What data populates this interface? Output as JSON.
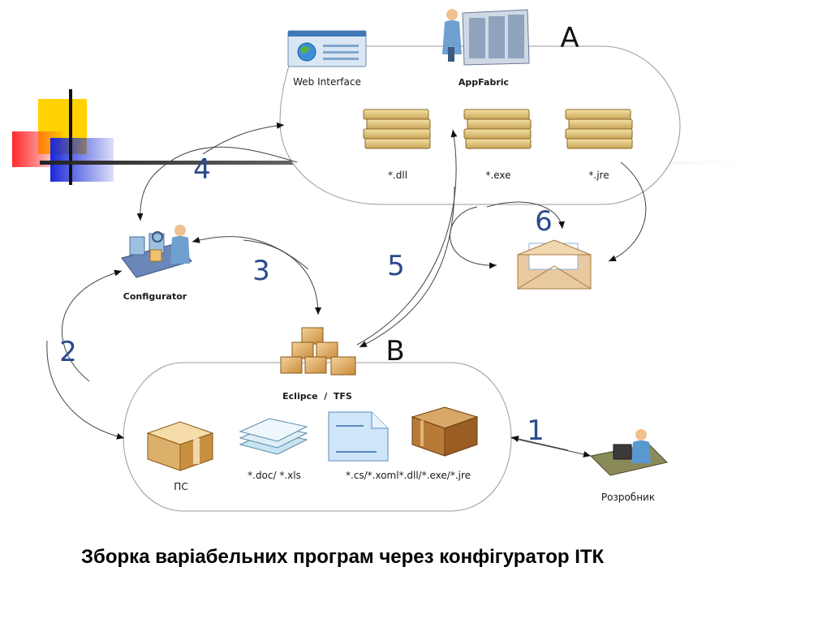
{
  "nodes": {
    "web_interface": "Web Interface",
    "appfabric": "AppFabric",
    "dll": "*.dll",
    "exe": "*.exe",
    "jre": "*.jre",
    "configurator": "Configurator",
    "eclipse_tfs": "Eclipce  /  TFS",
    "ps": "ПС",
    "doc_xls": "*.doc/ *.xls",
    "cs_files": "*.cs/*.xoml*.dll/*.exe/*.jre",
    "developer": "Розробник"
  },
  "groups": {
    "a": "A",
    "b": "B"
  },
  "steps": [
    "1",
    "2",
    "3",
    "4",
    "5",
    "6"
  ],
  "caption": "Зборка варіабельних програм через конфігуратор ІТК",
  "colors": {
    "step_numbers": "#2a4a8c",
    "deco_yellow": "#ffd200",
    "deco_red": "#ff3030",
    "deco_blue": "#2030d0"
  }
}
